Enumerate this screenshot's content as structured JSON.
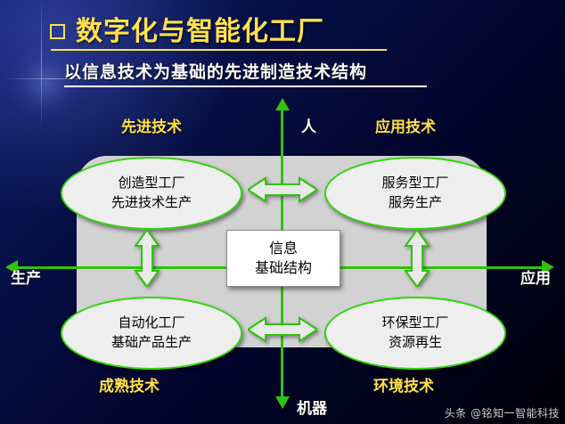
{
  "slide": {
    "title": "数字化与智能化工厂",
    "title_bullet": "square-bullet-icon",
    "subtitle": "以信息技术为基础的先进制造技术结构"
  },
  "diagram": {
    "center": {
      "line1": "信息",
      "line2": "基础结构"
    },
    "nodes": [
      {
        "id": "top-left",
        "line1": "创造型工厂",
        "line2": "先进技术生产"
      },
      {
        "id": "top-right",
        "line1": "服务型工厂",
        "line2": "服务生产"
      },
      {
        "id": "bottom-left",
        "line1": "自动化工厂",
        "line2": "基础产品生产"
      },
      {
        "id": "bottom-right",
        "line1": "环保型工厂",
        "line2": "资源再生"
      }
    ],
    "axis_labels": {
      "top": "人",
      "bottom": "机器",
      "left": "生产",
      "right": "应用"
    },
    "corner_labels": {
      "top_left": "先进技术",
      "top_right": "应用技术",
      "bottom_left": "成熟技术",
      "bottom_right": "环境技术"
    },
    "arrows": {
      "top": "double-arrow-horizontal-icon",
      "bottom": "double-arrow-horizontal-icon",
      "left": "double-arrow-vertical-icon",
      "right": "double-arrow-vertical-icon"
    },
    "colors": {
      "title": "#ffe14d",
      "axis": "#2ec40a",
      "ellipse_border": "#35d40d",
      "panel": "#d2d2d2"
    }
  },
  "watermark": "头条 @铭知一智能科技"
}
